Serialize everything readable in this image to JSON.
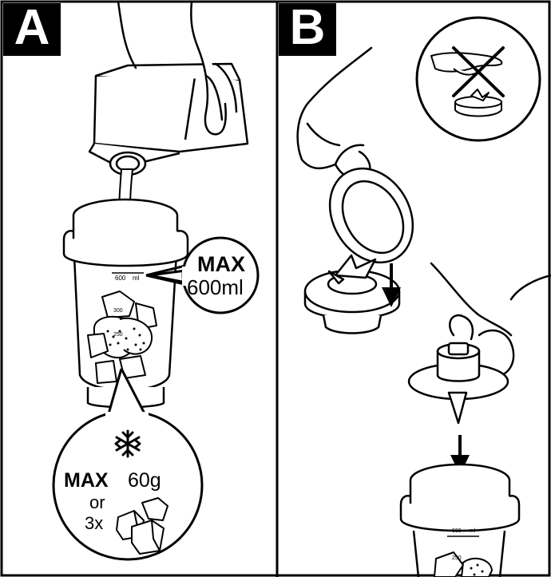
{
  "panels": [
    {
      "letter": "A"
    },
    {
      "letter": "B"
    }
  ],
  "jar_scale": {
    "label_600": "600",
    "label_ml": "ml",
    "label_300": "300",
    "label_250": "250"
  },
  "liquid_callout": {
    "max_label": "MAX",
    "value": "600ml"
  },
  "frozen_callout": {
    "snowflake_icon": "snowflake-icon",
    "max_label": "MAX",
    "weight": "60g",
    "or_label": "or",
    "count_label": "3x",
    "cube_icon": "ice-cubes-icon"
  },
  "warning": {
    "icon": "no-hand-near-blade-icon"
  }
}
